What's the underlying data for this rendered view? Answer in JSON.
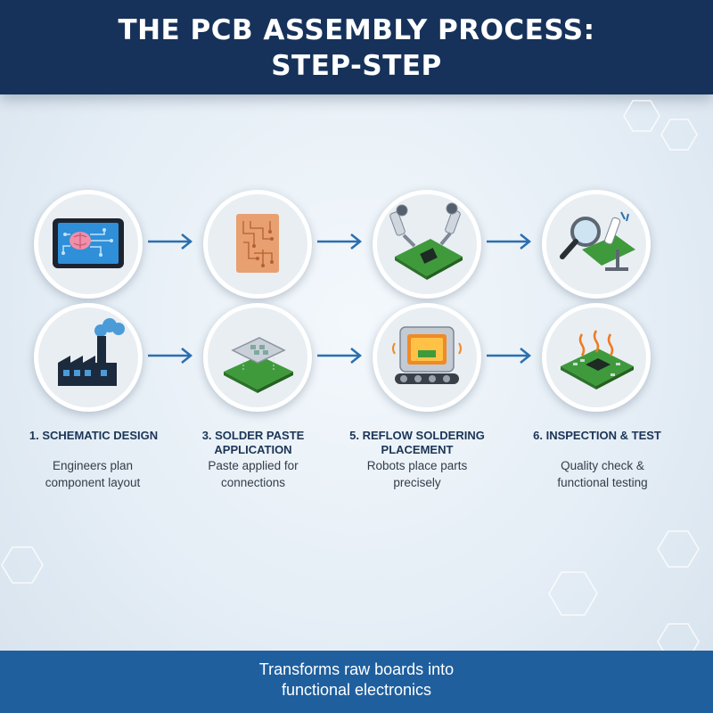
{
  "header": {
    "title_line1": "THE PCB ASSEMBLY PROCESS:",
    "title_line2": "STEP-STEP"
  },
  "steps": [
    {
      "title_line1": "1. SCHEMATIC DESIGN",
      "title_line2": "",
      "desc_line1": "Engineers plan",
      "desc_line2": "component layout"
    },
    {
      "title_line1": "3. SOLDER PASTE",
      "title_line2": "APPLICATION",
      "desc_line1": "Paste applied for",
      "desc_line2": "connections"
    },
    {
      "title_line1": "5. REFLOW SOLDERING",
      "title_line2": "PLACEMENT",
      "desc_line1": "Robots place parts",
      "desc_line2": "precisely"
    },
    {
      "title_line1": "6. INSPECTION & TEST",
      "title_line2": "",
      "desc_line1": "Quality check &",
      "desc_line2": "functional testing"
    }
  ],
  "icons": {
    "row1": [
      "tablet-brain-circuit-icon",
      "copper-pcb-icon",
      "robot-arms-pcb-icon",
      "magnifier-microscope-icon"
    ],
    "row2": [
      "factory-icon",
      "stencil-pcb-icon",
      "reflow-oven-icon",
      "hot-pcb-icon"
    ]
  },
  "footer": {
    "line1": "Transforms raw boards into",
    "line2": "functional electronics"
  },
  "colors": {
    "header": "#16325a",
    "footer": "#1f5f9e",
    "arrow": "#2a6fb0",
    "pcb_green": "#3f9a3c"
  }
}
